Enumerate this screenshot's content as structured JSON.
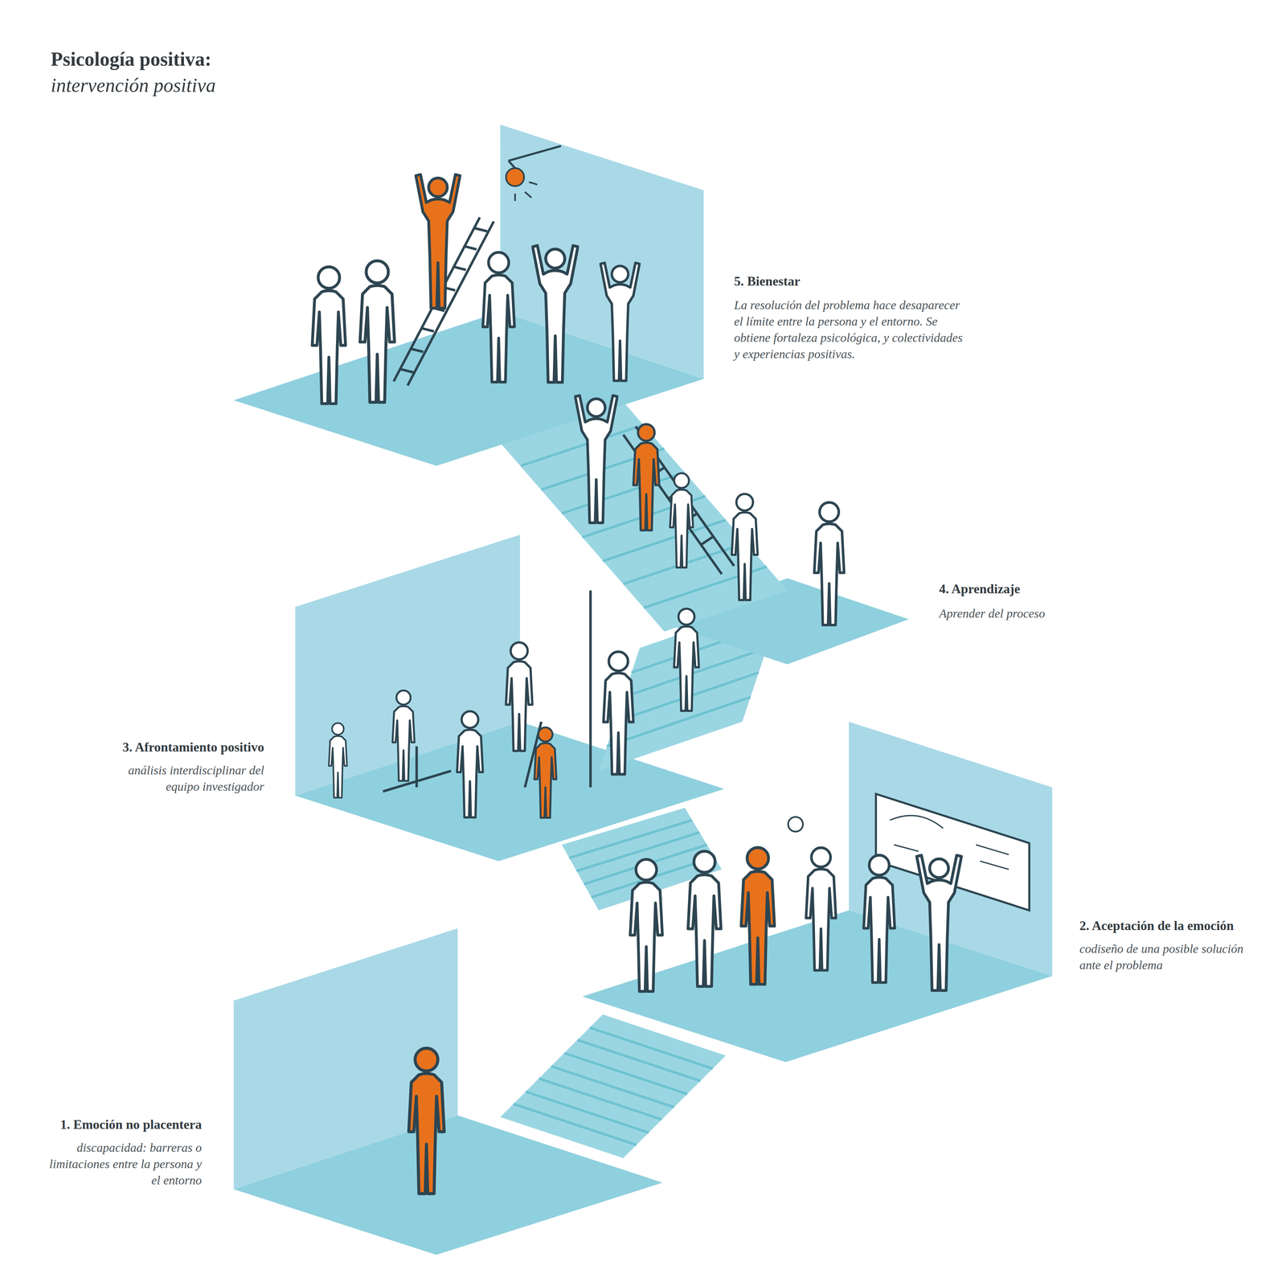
{
  "diagram": {
    "title": "Psicología positiva:",
    "labels": [
      "intervención positiva",
      "5. Bienestar",
      "La resolución del problema hace desaparecer el límite entre la persona y el entorno. Se obtiene fortaleza psicológica, y colectividades y experiencias positivas.",
      "4. Aprendizaje",
      "Aprender del proceso",
      "3. Afrontamiento positivo",
      "análisis interdisciplinar del equipo investigador",
      "2. Aceptación de la emoción",
      "codiseño de una posible solución ante el problema",
      "1. Emoción no placentera",
      "discapacidad: barreras o limitaciones entre la persona y el entorno"
    ]
  }
}
